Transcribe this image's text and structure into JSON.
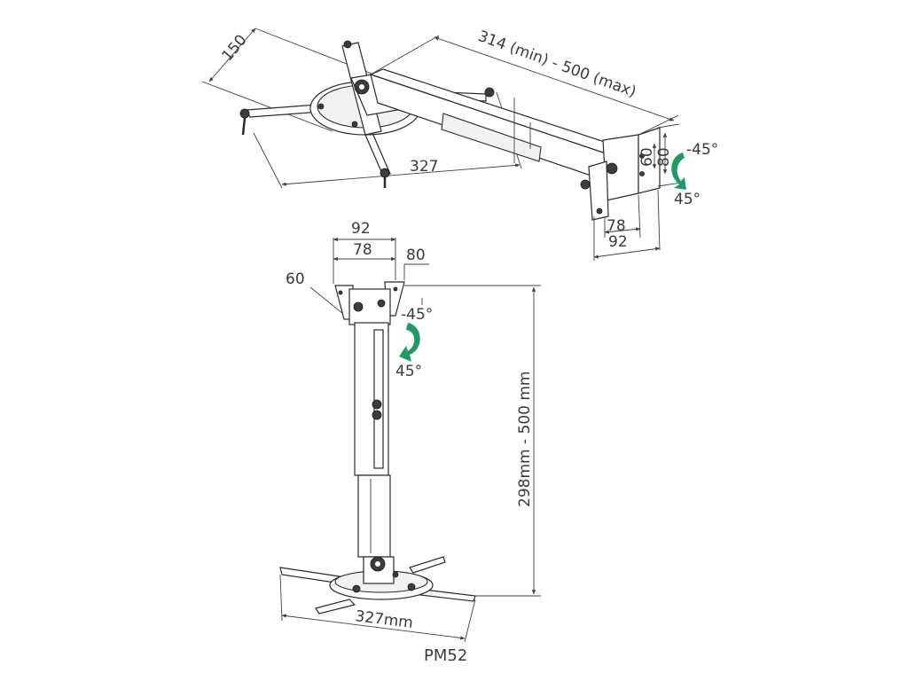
{
  "model": "PM52",
  "accent_color": "#1f9a63",
  "top_view": {
    "dim_depth": "150",
    "dim_arm_length": "314 (min) - 500 (max)",
    "dim_plate_width": "327",
    "dim_bracket_height": "60",
    "dim_bracket_height_2": "80",
    "tilt_neg": "-45°",
    "tilt_pos": "45°",
    "dim_inner_width": "78",
    "dim_outer_width": "92"
  },
  "front_view": {
    "dim_outer_width": "92",
    "dim_inner_width": "78",
    "dim_flange": "80",
    "dim_side": "60",
    "tilt_neg": "-45°",
    "tilt_pos": "45°",
    "dim_height": "298mm - 500 mm",
    "dim_plate_width": "327mm"
  }
}
